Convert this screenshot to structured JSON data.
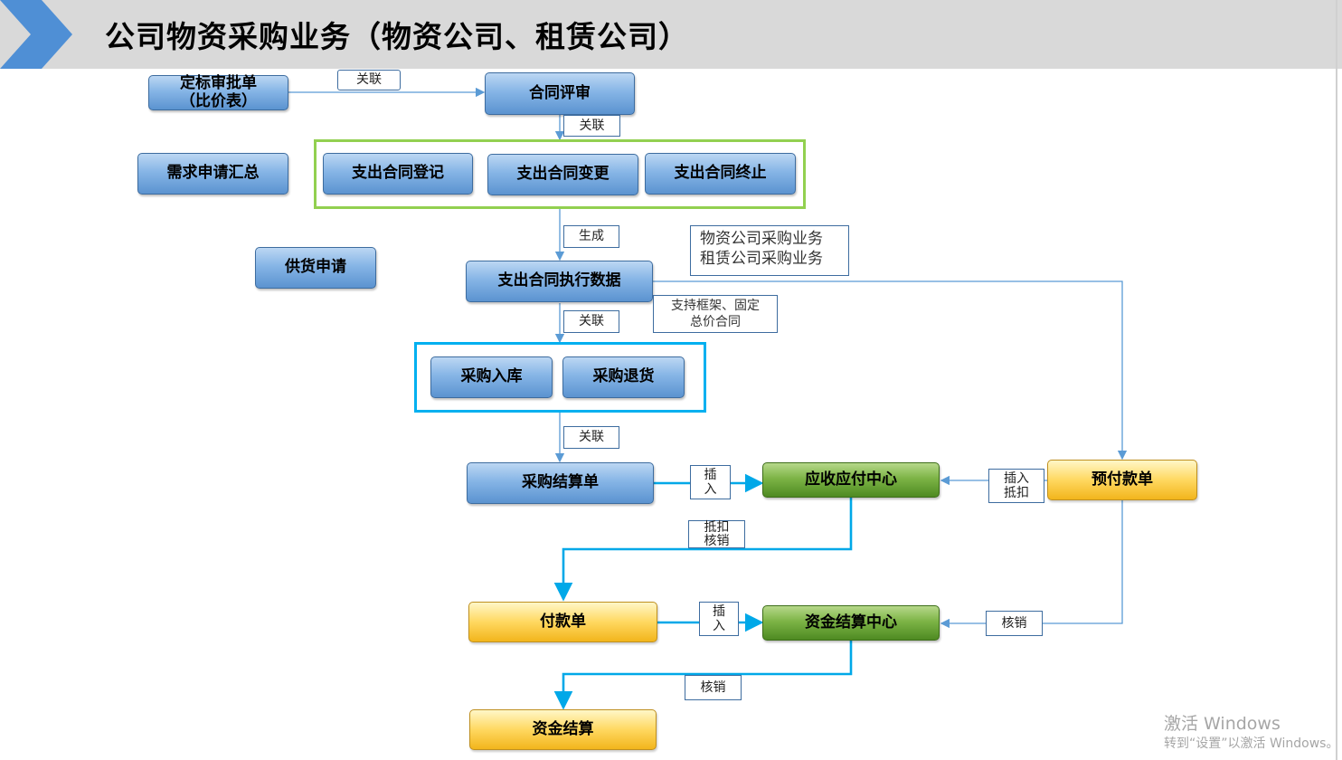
{
  "header": {
    "title": "公司物资采购业务（物资公司、租赁公司）"
  },
  "nodes": {
    "bid_approval": "定标审批单\n（比价表）",
    "contract_review": "合同评审",
    "demand_summary": "需求申请汇总",
    "contract_register": "支出合同登记",
    "contract_change": "支出合同变更",
    "contract_terminate": "支出合同终止",
    "supply_request": "供货申请",
    "contract_execution": "支出合同执行数据",
    "purchase_inbound": "采购入库",
    "purchase_return": "采购退货",
    "purchase_settlement": "采购结算单",
    "ar_ap_center": "应收应付中心",
    "prepayment": "预付款单",
    "payment": "付款单",
    "fund_settlement_center": "资金结算中心",
    "fund_settlement": "资金结算"
  },
  "labels": {
    "relate_1": "关联",
    "relate_2": "关联",
    "generate": "生成",
    "relate_3": "关联",
    "relate_4": "关联",
    "insert_1": "插\n入",
    "insert_deduct": "插入\n抵扣",
    "deduct_writeoff": "抵扣\n核销",
    "insert_2": "插\n入",
    "writeoff_1": "核销",
    "writeoff_2": "核销"
  },
  "notes": {
    "business_scope": "物资公司采购业务\n租赁公司采购业务",
    "contract_types": "支持框架、固定\n总价合同"
  },
  "watermark": {
    "line1": "激活 Windows",
    "line2": "转到“设置”以激活 Windows。"
  },
  "colors": {
    "header_bg": "#d9d9d9",
    "chevron": "#4f8fd5",
    "frame_green": "#92d050",
    "frame_cyan": "#00b0f0",
    "arrow_blue": "#5b9bd5",
    "arrow_cyan": "#00a8e8"
  }
}
